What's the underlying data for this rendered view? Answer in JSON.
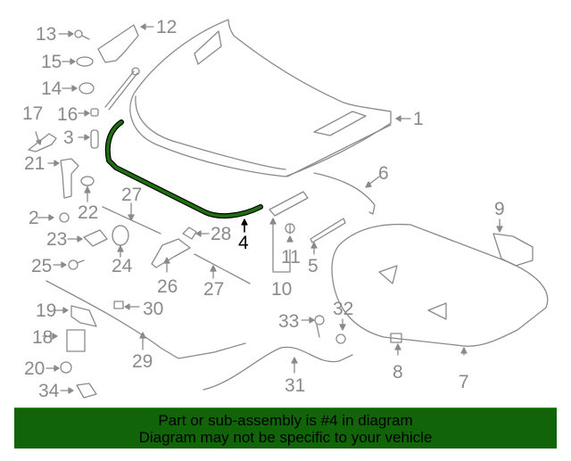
{
  "diagram": {
    "highlight_part": "4",
    "highlight_color": "#1f6e10",
    "line_color": "#8a8a8a",
    "labels": [
      {
        "id": "1",
        "text": "1"
      },
      {
        "id": "2",
        "text": "2"
      },
      {
        "id": "3",
        "text": "3"
      },
      {
        "id": "4",
        "text": "4"
      },
      {
        "id": "5",
        "text": "5"
      },
      {
        "id": "6",
        "text": "6"
      },
      {
        "id": "7",
        "text": "7"
      },
      {
        "id": "8",
        "text": "8"
      },
      {
        "id": "9",
        "text": "9"
      },
      {
        "id": "10",
        "text": "10"
      },
      {
        "id": "11",
        "text": "11"
      },
      {
        "id": "12",
        "text": "12"
      },
      {
        "id": "13",
        "text": "13"
      },
      {
        "id": "14",
        "text": "14"
      },
      {
        "id": "15",
        "text": "15"
      },
      {
        "id": "16",
        "text": "16"
      },
      {
        "id": "17",
        "text": "17"
      },
      {
        "id": "18",
        "text": "18"
      },
      {
        "id": "19",
        "text": "19"
      },
      {
        "id": "20",
        "text": "20"
      },
      {
        "id": "21",
        "text": "21"
      },
      {
        "id": "22",
        "text": "22"
      },
      {
        "id": "23",
        "text": "23"
      },
      {
        "id": "24",
        "text": "24"
      },
      {
        "id": "25",
        "text": "25"
      },
      {
        "id": "26",
        "text": "26"
      },
      {
        "id": "27a",
        "text": "27"
      },
      {
        "id": "27b",
        "text": "27"
      },
      {
        "id": "28",
        "text": "28"
      },
      {
        "id": "29",
        "text": "29"
      },
      {
        "id": "30",
        "text": "30"
      },
      {
        "id": "31",
        "text": "31"
      },
      {
        "id": "32",
        "text": "32"
      },
      {
        "id": "33",
        "text": "33"
      },
      {
        "id": "34",
        "text": "34"
      }
    ]
  },
  "banner": {
    "line1": "Part or sub-assembly is #4 in diagram",
    "line2": "Diagram may not be specific to your vehicle",
    "background": "#116407"
  }
}
